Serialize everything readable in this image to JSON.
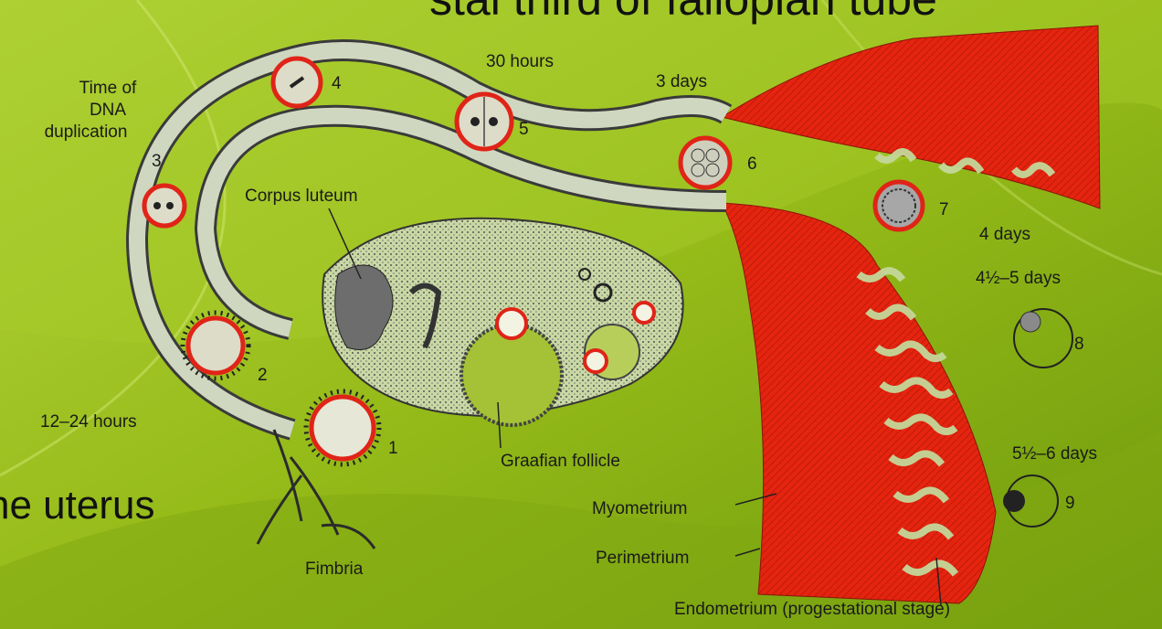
{
  "slide": {
    "title_partial": "stal third of fallopian tube",
    "bullet_partial": "he uterus"
  },
  "diagram": {
    "labels": {
      "time_of": "Time of",
      "dna": "DNA",
      "duplication": "duplication",
      "thirty_hours": "30 hours",
      "three_days": "3 days",
      "corpus_luteum": "Corpus luteum",
      "four_days": "4 days",
      "four_half_five_days": "4½–5 days",
      "twelve_24_hours": "12–24 hours",
      "graafian_follicle": "Graafian follicle",
      "five_half_six_days": "5½–6 days",
      "myometrium": "Myometrium",
      "perimetrium": "Perimetrium",
      "fimbria": "Fimbria",
      "endometrium": "Endometrium (progestational stage)"
    },
    "stage_numbers": [
      "1",
      "2",
      "3",
      "4",
      "5",
      "6",
      "7",
      "8",
      "9"
    ]
  },
  "colors": {
    "background": "#9cc21e",
    "uterus_red": "#e5240f",
    "embryo_ring": "#e02418"
  }
}
